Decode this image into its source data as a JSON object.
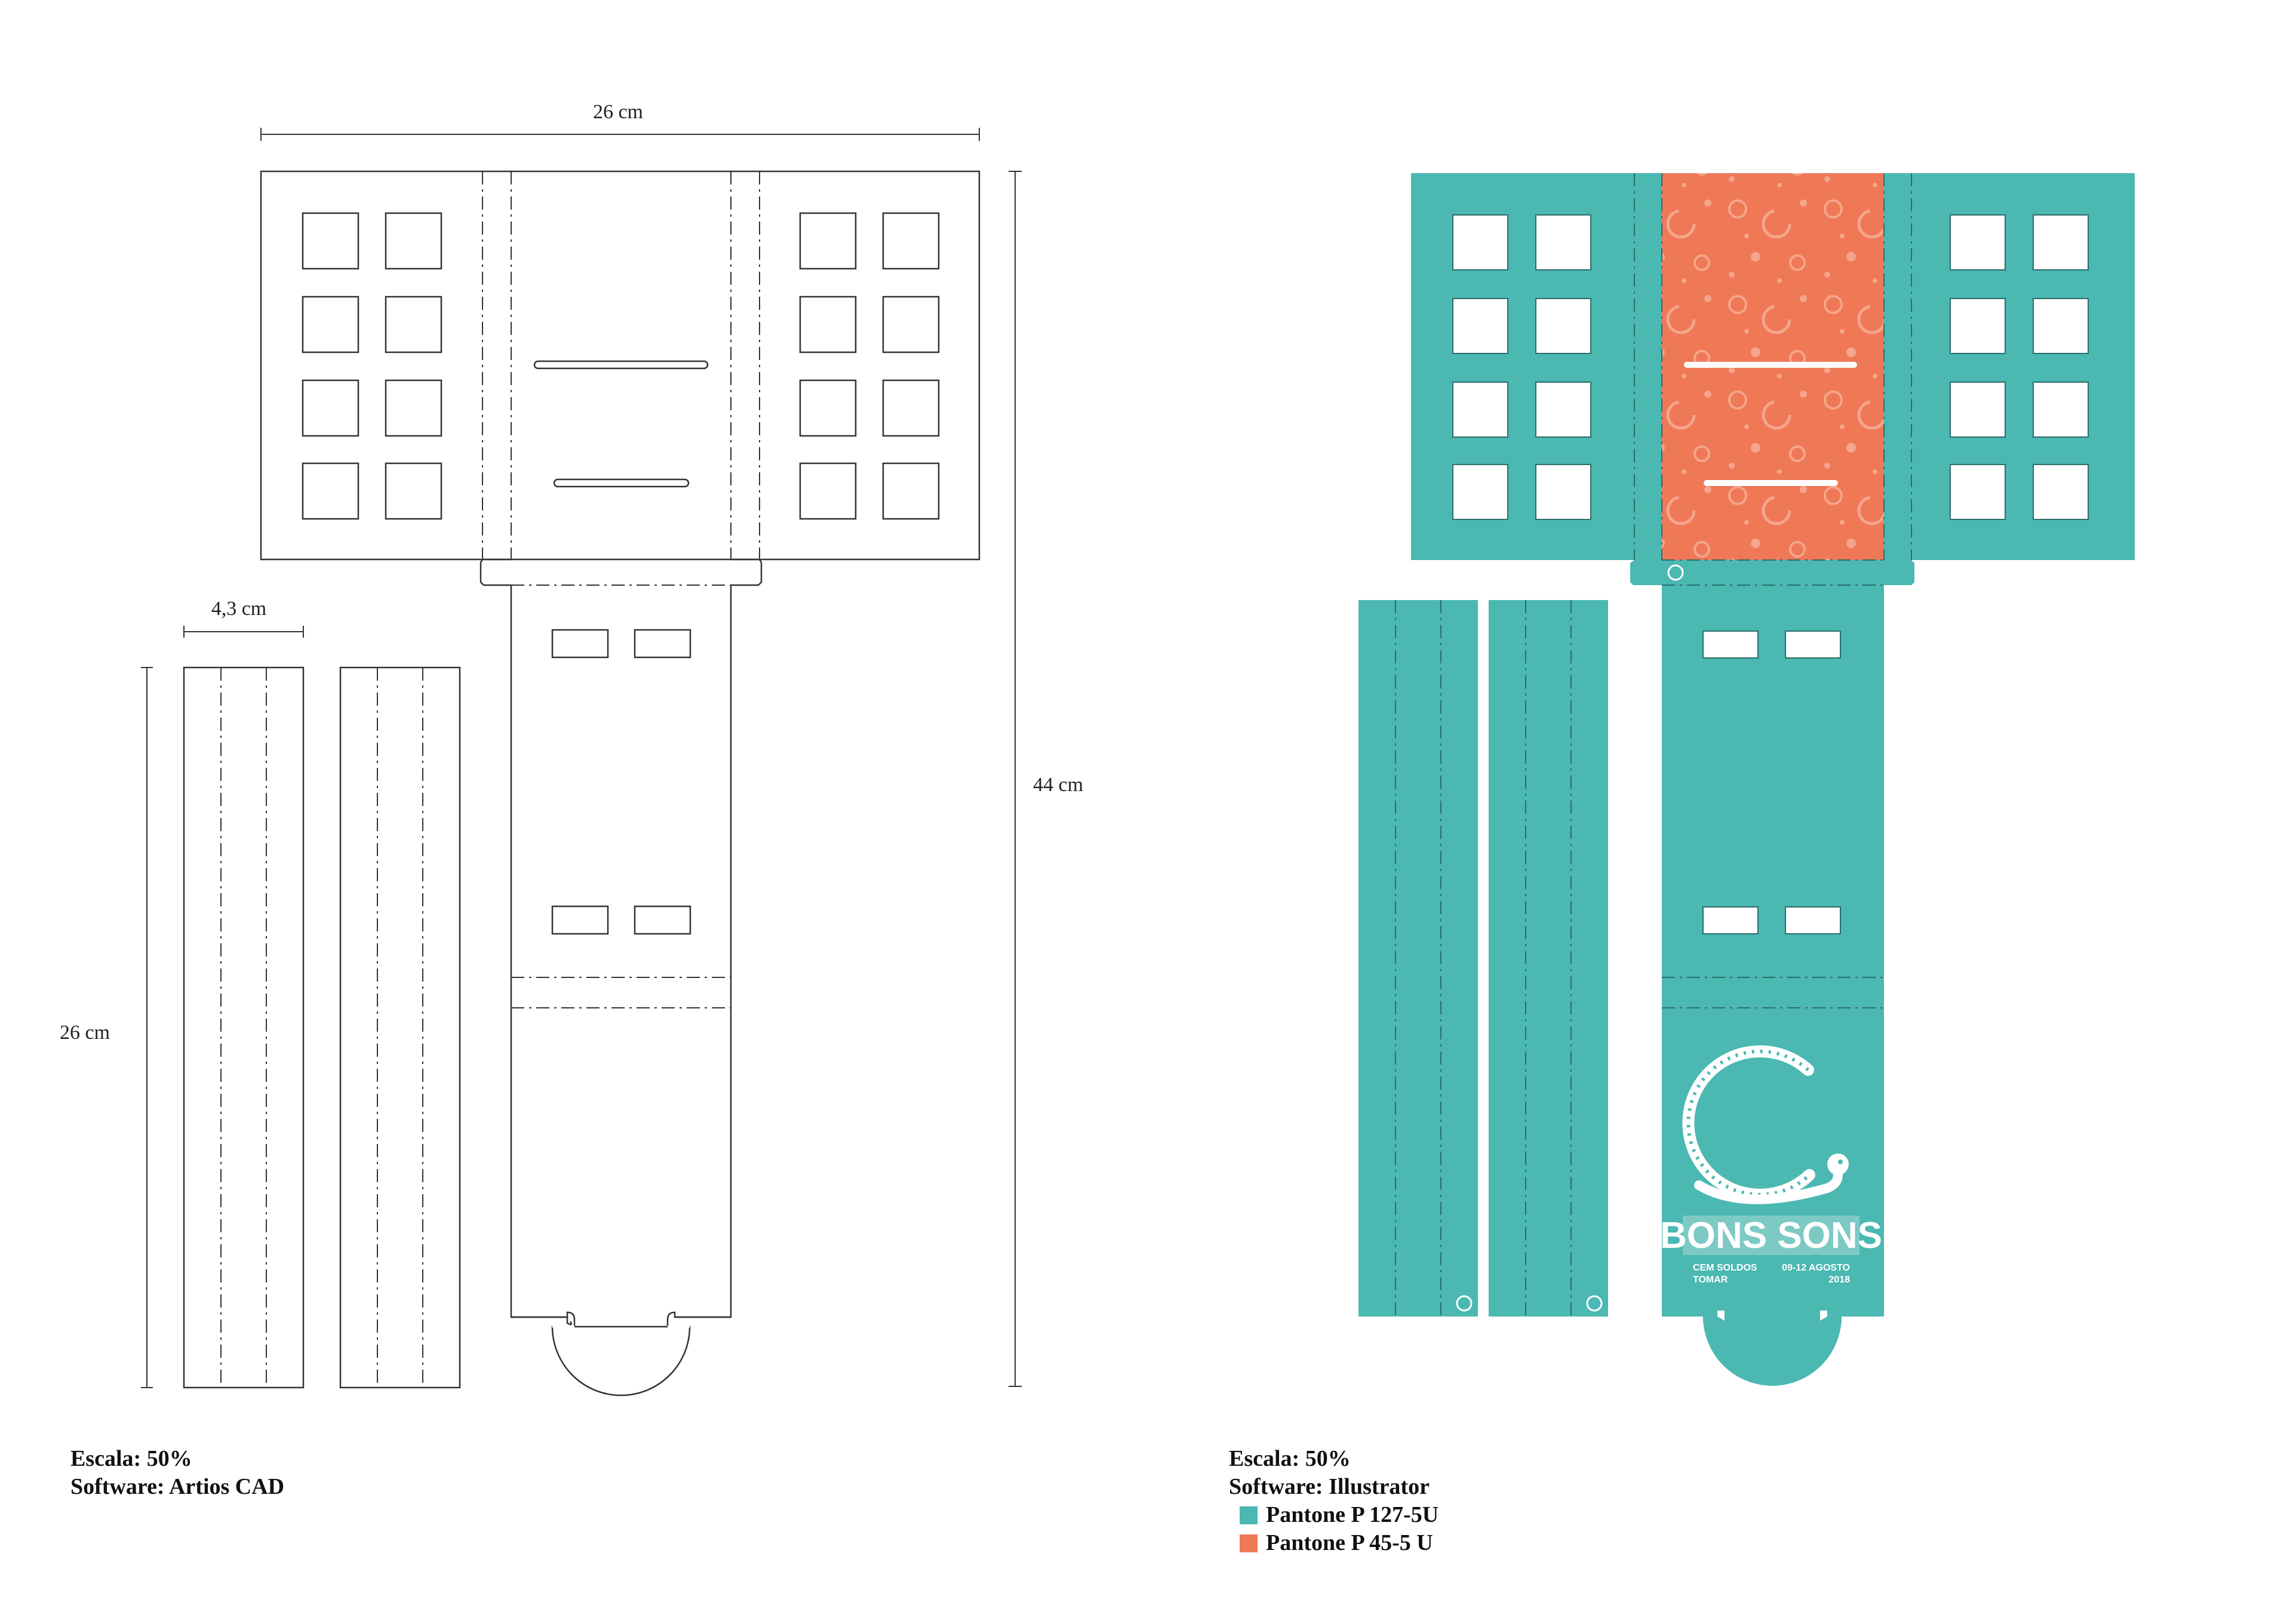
{
  "dimensions": {
    "top_width": "26 cm",
    "total_height": "44 cm",
    "strip_width": "4,3 cm",
    "strip_height": "26 cm"
  },
  "left_caption": {
    "scale": "Escala: 50%",
    "software": "Software: Artios CAD"
  },
  "right_caption": {
    "scale": "Escala: 50%",
    "software": "Software: Illustrator"
  },
  "legend": [
    {
      "label": "Pantone P 127-5U",
      "color": "#4bb8b2"
    },
    {
      "label": "Pantone P 45-5 U",
      "color": "#ef7856"
    }
  ],
  "artwork": {
    "brand": "BONS SONS",
    "place_left_1": "CEM SOLDOS",
    "place_left_2": "TOMAR",
    "dates": "09-12 AGOSTO",
    "year": "2018"
  },
  "colors": {
    "teal": "#4bb8b2",
    "coral": "#ef7856",
    "line": "#333333"
  }
}
